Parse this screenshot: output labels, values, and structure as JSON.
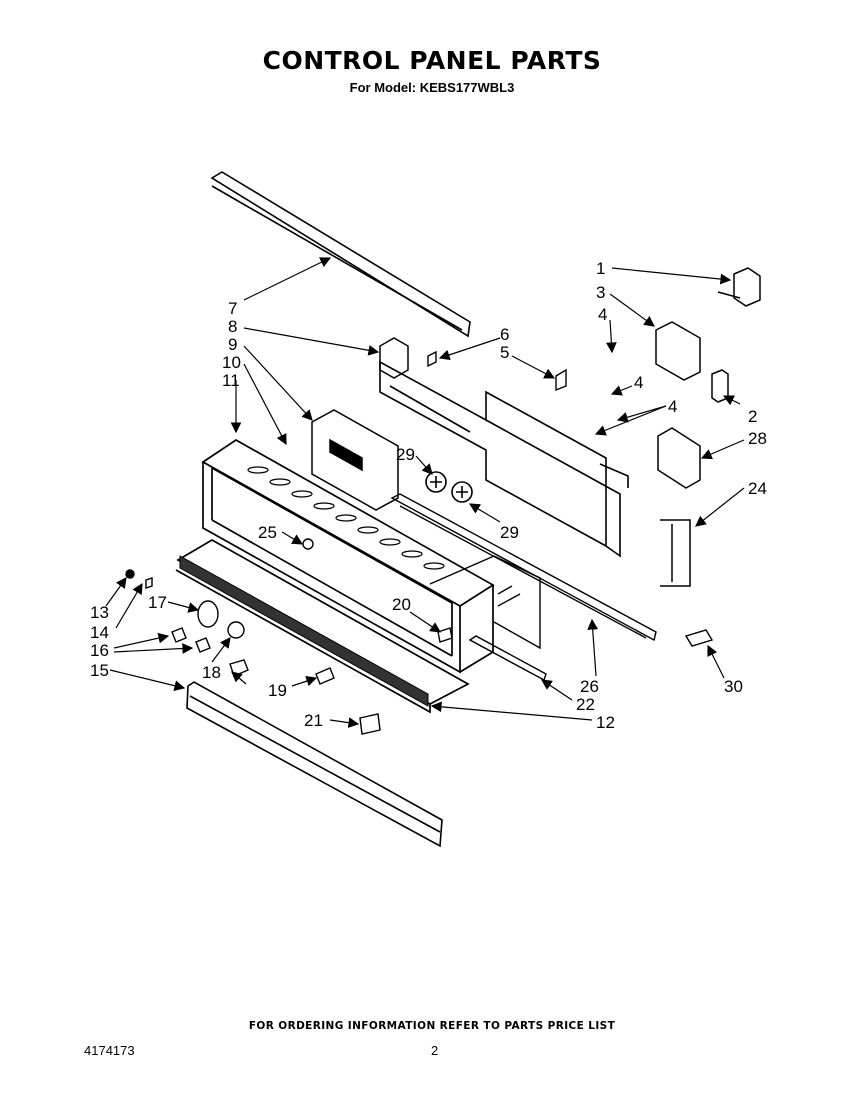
{
  "header": {
    "title": "CONTROL PANEL PARTS",
    "subtitle": "For Model: KEBS177WBL3"
  },
  "callouts": [
    "1",
    "2",
    "3",
    "4",
    "4",
    "4",
    "5",
    "6",
    "7",
    "8",
    "9",
    "10",
    "11",
    "12",
    "13",
    "14",
    "15",
    "16",
    "17",
    "18",
    "19",
    "20",
    "21",
    "22",
    "24",
    "25",
    "26",
    "28",
    "29",
    "29",
    "30"
  ],
  "footer": {
    "note": "FOR ORDERING INFORMATION REFER TO PARTS PRICE LIST",
    "doc_number": "4174173",
    "page_number": "2"
  }
}
